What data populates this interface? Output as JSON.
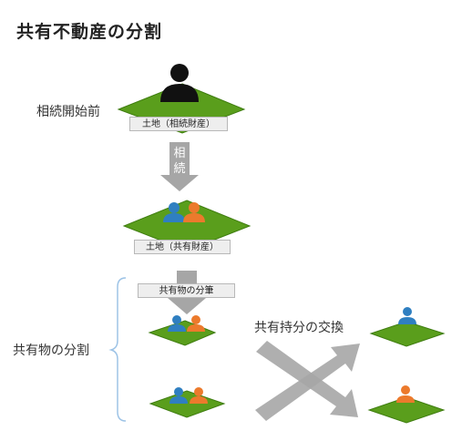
{
  "title": "共有不動産の分割",
  "labels": {
    "before_inheritance": "相続開始前",
    "division_of_shared": "共有物の分割",
    "exchange": "共有持分の交換"
  },
  "land_labels": {
    "inherited": "土地（相続財産）",
    "shared": "土地（共有財産）",
    "division_plan": "共有物の分筆"
  },
  "arrow_text": {
    "inheritance_char_1": "相",
    "inheritance_char_2": "続"
  },
  "colors": {
    "grass": "#5a9e1c",
    "grass_dark": "#3f7d10",
    "person_black": "#111111",
    "person_blue": "#2f7fc1",
    "person_orange": "#ec7a2c",
    "arrow_gray": "#a6a6a6",
    "bracket": "#9dc3e6"
  }
}
